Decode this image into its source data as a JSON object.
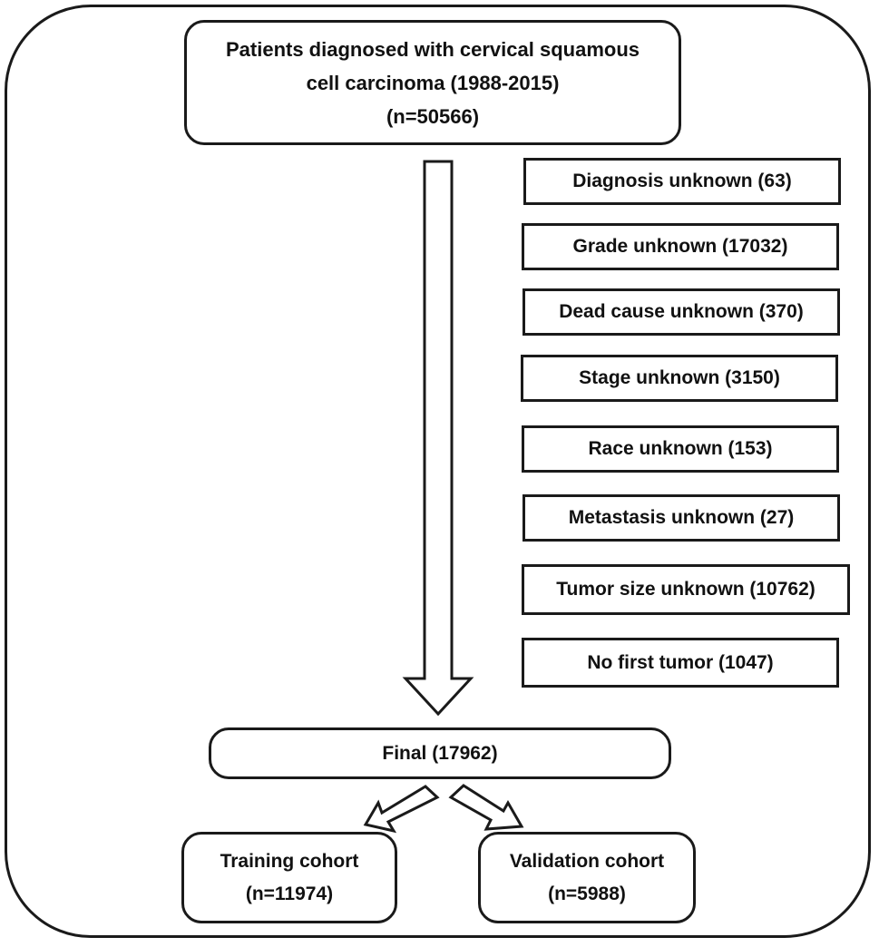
{
  "source": {
    "lines": [
      "Patients diagnosed with cervical squamous",
      "cell carcinoma (1988-2015)",
      "(n=50566)"
    ]
  },
  "exclusions": [
    "Diagnosis unknown (63)",
    "Grade unknown (17032)",
    "Dead cause unknown (370)",
    "Stage unknown (3150)",
    "Race unknown (153)",
    "Metastasis unknown (27)",
    "Tumor size unknown (10762)",
    "No first tumor (1047)"
  ],
  "final": {
    "label": "Final (17962)"
  },
  "cohorts": {
    "training": {
      "name": "Training cohort",
      "n": "(n=11974)"
    },
    "validation": {
      "name": "Validation cohort",
      "n": "(n=5988)"
    }
  }
}
